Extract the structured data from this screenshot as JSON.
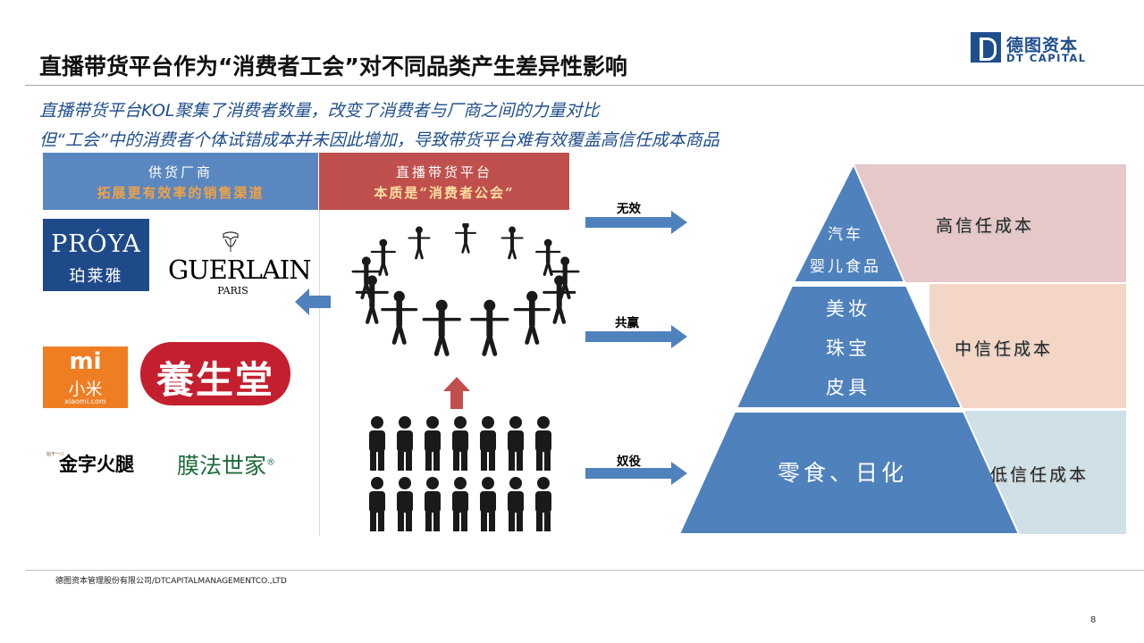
{
  "header": {
    "title": "直播带货平台作为“消费者工会”对不同品类产生差异性影响",
    "logo_cn": "德图资本",
    "logo_en": "DT CAPITAL"
  },
  "subtitle": {
    "line1": "直播带货平台KOL聚集了消费者数量，改变了消费者与厂商之间的力量对比",
    "line2": "但“工会”中的消费者个体试错成本并未因此增加，导致带货平台难有效覆盖高信任成本商品"
  },
  "supplier": {
    "title": "供货厂商",
    "subtitle": "拓展更有效率的销售渠道"
  },
  "platform": {
    "title": "直播带货平台",
    "subtitle": "本质是“消费者公会”"
  },
  "brands": {
    "proya_en": "PRÓYA",
    "proya_cn": "珀莱雅",
    "guerlain": "GUERLAIN",
    "guerlain_city": "PARIS",
    "xiaomi_mark": "mi",
    "xiaomi_cn": "小米",
    "xiaomi_url": "xiaomi.com",
    "yangshengtang": "養生堂",
    "jinzi": "金字火腿",
    "jinzi_seal": "始于一八",
    "mofa": "膜法世家",
    "mofa_mark": "®"
  },
  "arrows": {
    "invalid": "无效",
    "winwin": "共赢",
    "slave": "奴役"
  },
  "pyramid": {
    "top_items": [
      "汽车",
      "婴儿食品"
    ],
    "mid_items": [
      "美妆",
      "珠宝",
      "皮具"
    ],
    "bottom_item": "零食、日化",
    "high_label": "高信任成本",
    "mid_label": "中信任成本",
    "low_label": "低信任成本"
  },
  "colors": {
    "accent_blue": "#4f81bd",
    "supplier_blue": "#5b87c0",
    "platform_red": "#c0504d",
    "high_band": "#e6c8c8",
    "mid_band": "#f3d6c6",
    "low_band": "#cfe0e6"
  },
  "footer": {
    "company": "德图资本管理股份有限公司/DTCAPITALMANAGEMENTCO.,LTD",
    "page": "8"
  }
}
